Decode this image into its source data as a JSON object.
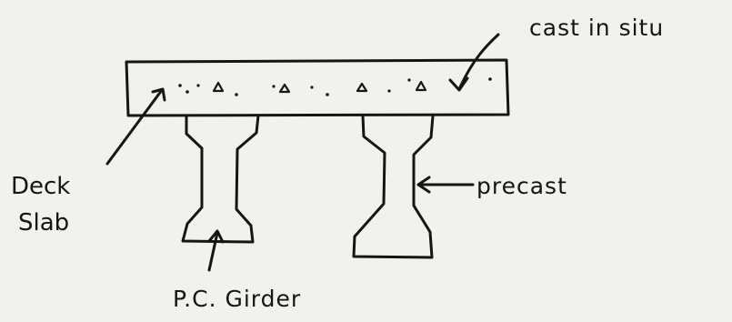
{
  "labels": {
    "cast_in_situ": "cast in situ",
    "precast": "precast",
    "deck": "Deck",
    "slab": "Slab",
    "pc_girder": "P.C. Girder"
  },
  "colors": {
    "paper": "#f1f1ee",
    "ink": "#151515"
  }
}
